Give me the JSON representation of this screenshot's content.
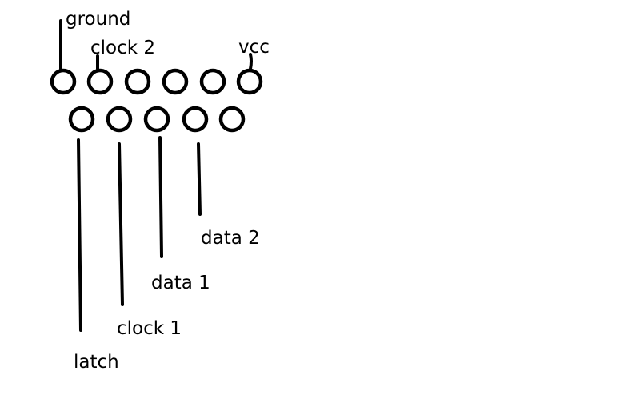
{
  "labels": {
    "ground": "ground",
    "clock2": "clock 2",
    "vcc": "vcc",
    "data2": "data 2",
    "data1": "data 1",
    "clock1": "clock 1",
    "latch": "latch"
  },
  "connector": {
    "top_row_pin_count": 6,
    "bottom_row_pin_count": 5
  },
  "colors": {
    "ink": "#000000",
    "background": "#ffffff"
  }
}
